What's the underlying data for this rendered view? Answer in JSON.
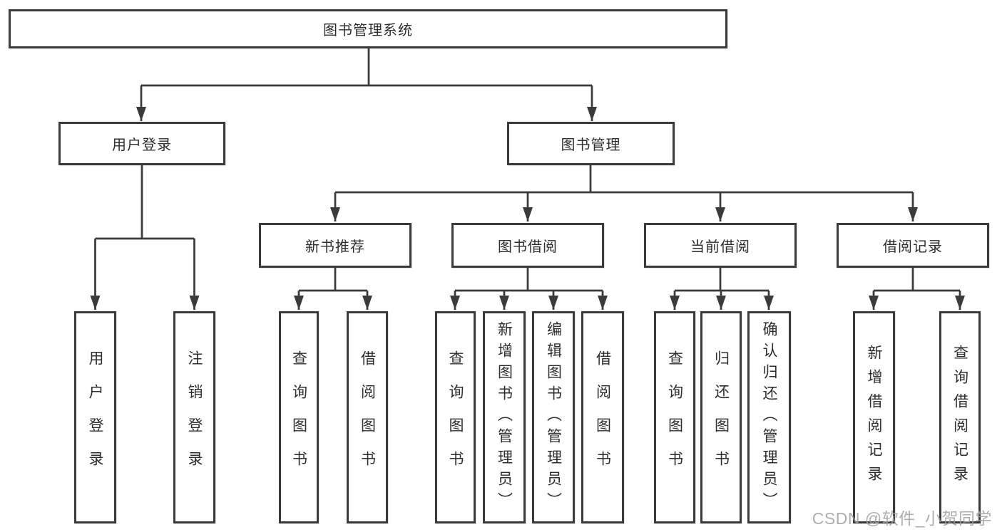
{
  "tree": {
    "label": "图书管理系统",
    "children": [
      {
        "label": "用户登录",
        "children": [
          {
            "label": "用户登录"
          },
          {
            "label": "注销登录"
          }
        ]
      },
      {
        "label": "图书管理",
        "children": [
          {
            "label": "新书推荐",
            "children": [
              {
                "label": "查询图书"
              },
              {
                "label": "借阅图书"
              }
            ]
          },
          {
            "label": "图书借阅",
            "children": [
              {
                "label": "查询图书"
              },
              {
                "label": "新增图书（管理员）"
              },
              {
                "label": "编辑图书（管理员）"
              },
              {
                "label": "借阅图书"
              }
            ]
          },
          {
            "label": "当前借阅",
            "children": [
              {
                "label": "查询图书"
              },
              {
                "label": "归还图书"
              },
              {
                "label": "确认归还（管理员）"
              }
            ]
          },
          {
            "label": "借阅记录",
            "children": [
              {
                "label": "新增借阅记录"
              },
              {
                "label": "查询借阅记录"
              }
            ]
          }
        ]
      }
    ]
  },
  "watermark": "CSDN @软件_小贺同学",
  "colors": {
    "line": "#3b3b3b",
    "box_border": "#3b3b3b",
    "box_fill": "#ffffff",
    "text": "#2e2e2e",
    "watermark": "#a0a0a0",
    "background": "#ffffff"
  }
}
